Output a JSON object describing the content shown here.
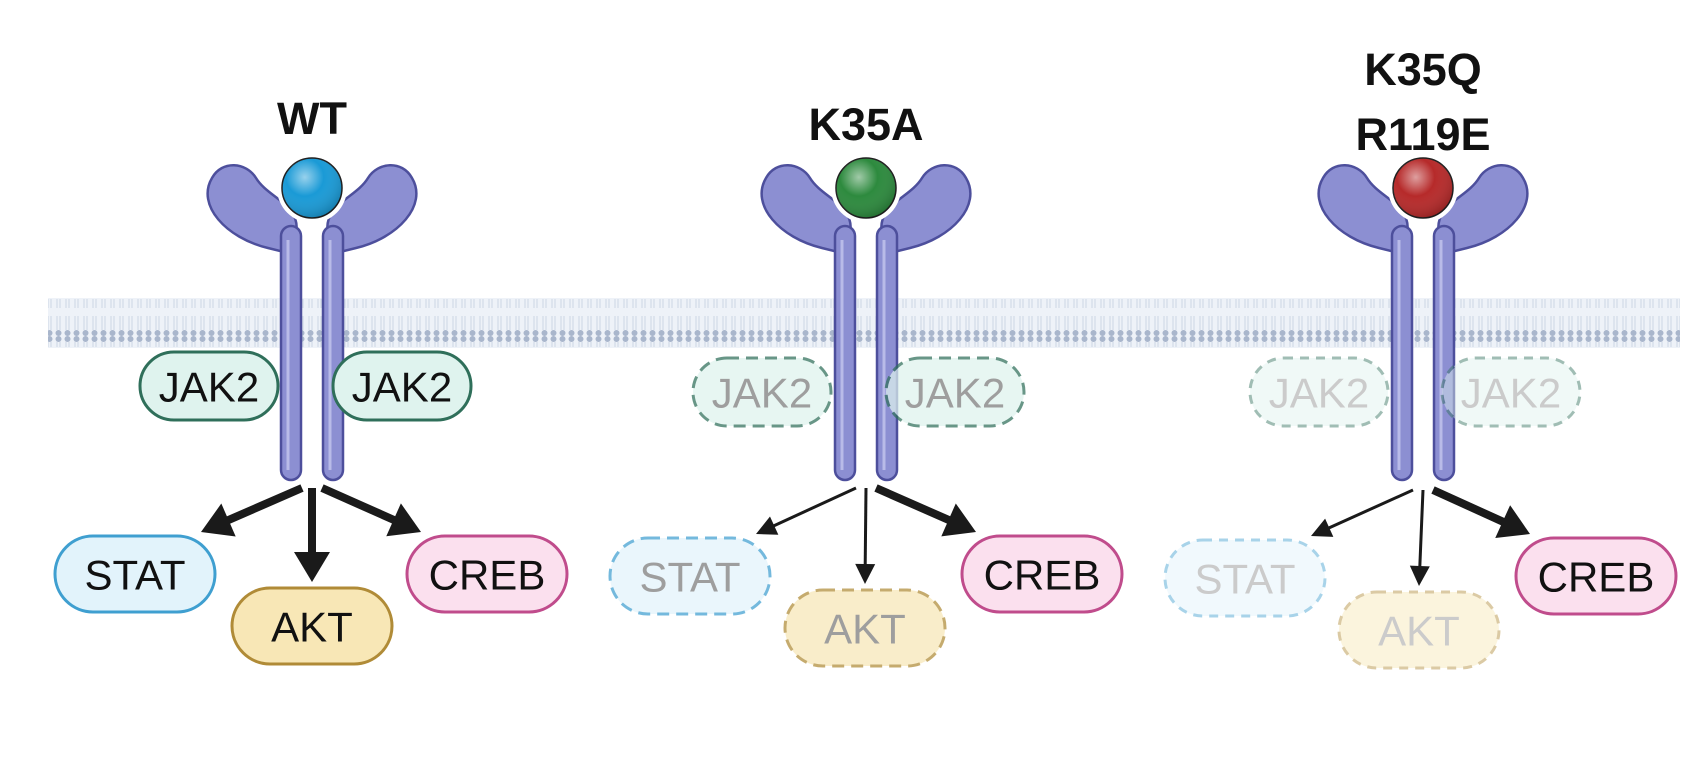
{
  "panels": [
    {
      "title_lines": [
        "WT"
      ],
      "ligand_color": "#1a9ad6",
      "jak2": [
        {
          "label": "JAK2",
          "state": "active"
        },
        {
          "label": "JAK2",
          "state": "active"
        }
      ],
      "outputs": [
        {
          "label": "STAT",
          "state": "active",
          "signal": "strong"
        },
        {
          "label": "AKT",
          "state": "active",
          "signal": "strong"
        },
        {
          "label": "CREB",
          "state": "active",
          "signal": "strong"
        }
      ]
    },
    {
      "title_lines": [
        "K35A"
      ],
      "ligand_color": "#2d8a3e",
      "jak2": [
        {
          "label": "JAK2",
          "state": "reduced"
        },
        {
          "label": "JAK2",
          "state": "reduced"
        }
      ],
      "outputs": [
        {
          "label": "STAT",
          "state": "reduced",
          "signal": "weak"
        },
        {
          "label": "AKT",
          "state": "reduced",
          "signal": "weak"
        },
        {
          "label": "CREB",
          "state": "active",
          "signal": "strong"
        }
      ]
    },
    {
      "title_lines": [
        "K35Q",
        "R119E"
      ],
      "ligand_color": "#b62a2a",
      "jak2": [
        {
          "label": "JAK2",
          "state": "faint"
        },
        {
          "label": "JAK2",
          "state": "faint"
        }
      ],
      "outputs": [
        {
          "label": "STAT",
          "state": "faint",
          "signal": "weak"
        },
        {
          "label": "AKT",
          "state": "faint",
          "signal": "weak"
        },
        {
          "label": "CREB",
          "state": "active",
          "signal": "strong"
        }
      ]
    }
  ],
  "colors": {
    "receptor_fill": "#8c8fd2",
    "receptor_stroke": "#4d4f9c",
    "membrane_dot": "#a9b6cc",
    "membrane_band": "#e9eef6",
    "jak2": {
      "fill": "#dff3ee",
      "stroke": "#2f6f5a"
    },
    "stat": {
      "fill": "#e2f3fb",
      "stroke": "#3f9fd0"
    },
    "akt": {
      "fill": "#f8e7b6",
      "stroke": "#b08b37"
    },
    "creb": {
      "fill": "#fbe0ee",
      "stroke": "#c04c8c"
    }
  }
}
